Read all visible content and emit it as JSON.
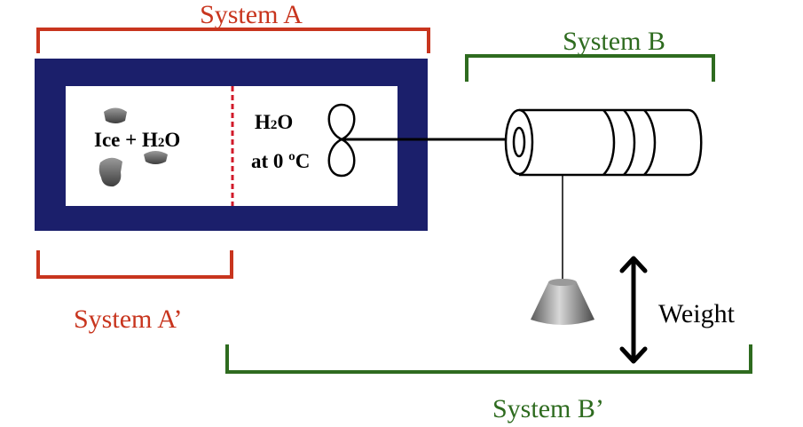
{
  "labels": {
    "system_a": "System A",
    "system_a_prime": "System A’",
    "system_b": "System B",
    "system_b_prime": "System B’",
    "weight": "Weight",
    "ice_water_main": "Ice + H",
    "ice_water_sub": "2",
    "ice_water_end": "O",
    "water_main": "H",
    "water_sub": "2",
    "water_end": "O",
    "temperature": "at 0 ºC"
  },
  "colors": {
    "system_a": "#c8351e",
    "system_b": "#2e6b1f",
    "container": "#1b1f6b",
    "partition": "#d11a2a",
    "text": "#000000"
  },
  "icons": {
    "ice": "ice-chunk-icon",
    "paddle": "paddle-wheel-icon",
    "pulley": "pulley-drum-icon",
    "weight": "cone-weight-icon",
    "arrow": "double-arrow-icon"
  }
}
